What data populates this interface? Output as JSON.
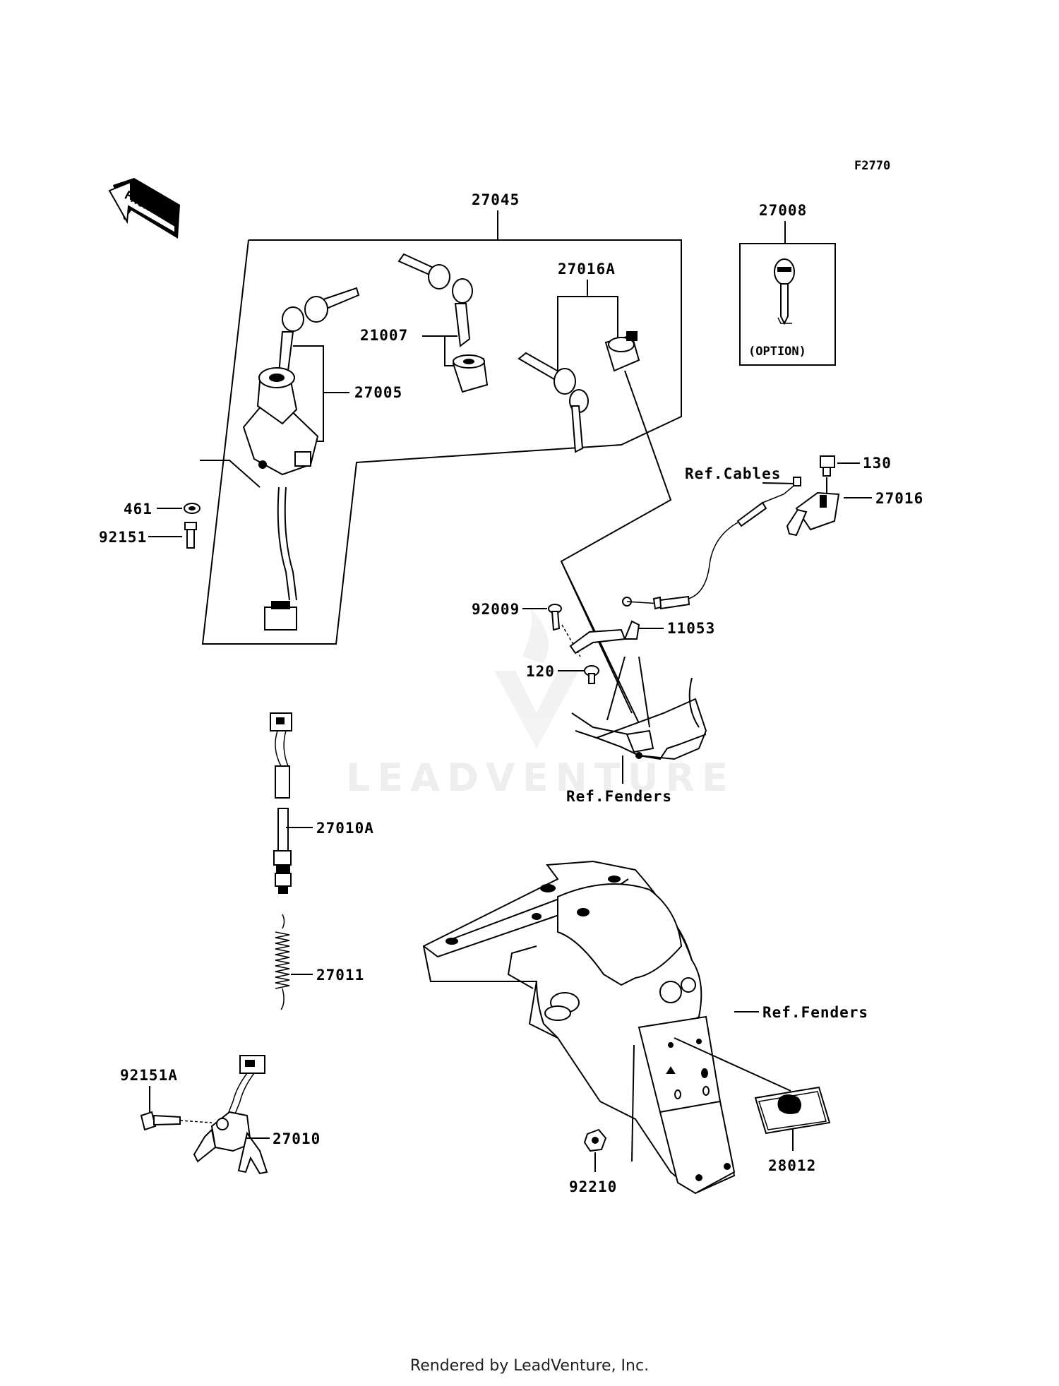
{
  "figure_code": "F2770",
  "front_label": "FRONT",
  "watermark": "LEADVENTURE",
  "footer": "Rendered by LeadVenture, Inc.",
  "callouts": {
    "c27045": "27045",
    "c27008": "27008",
    "option": "(OPTION)",
    "c27016A": "27016A",
    "c21007": "21007",
    "c27005": "27005",
    "c461": "461",
    "c92151": "92151",
    "c130": "130",
    "refCables": "Ref.Cables",
    "c27016": "27016",
    "c92009": "92009",
    "c11053": "11053",
    "c120": "120",
    "refFenders1": "Ref.Fenders",
    "c27010A": "27010A",
    "c27011": "27011",
    "refFenders2": "Ref.Fenders",
    "c92151A": "92151A",
    "c27010": "27010",
    "c28012": "28012",
    "c92210": "92210"
  }
}
